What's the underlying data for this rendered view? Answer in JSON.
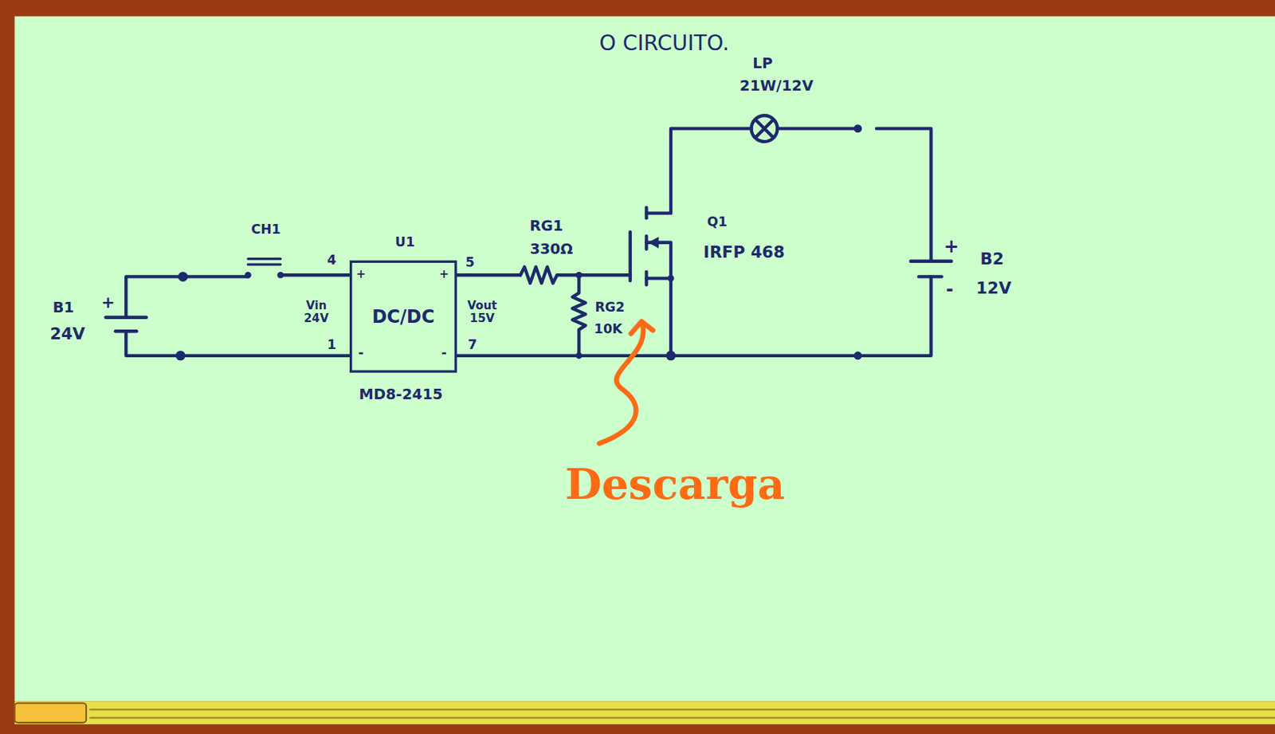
{
  "diagram": {
    "title": "O CIRCUITO.",
    "nodes": [
      {
        "text": [
          "DC/DC"
        ]
      }
    ],
    "labels": [
      "LP",
      "21W/12V",
      "CH1",
      "U1",
      "4",
      "+",
      "+",
      "-",
      "-",
      "5",
      "1",
      "7",
      "Vin 24V",
      "Vout 15V",
      "MD8-2415",
      "RG1",
      "330Ω",
      "RG2",
      "10K",
      "Q1",
      "IRFP 468",
      "+",
      "B2",
      "-",
      "12V",
      "+",
      "B1",
      "24V",
      "Descarga"
    ]
  }
}
